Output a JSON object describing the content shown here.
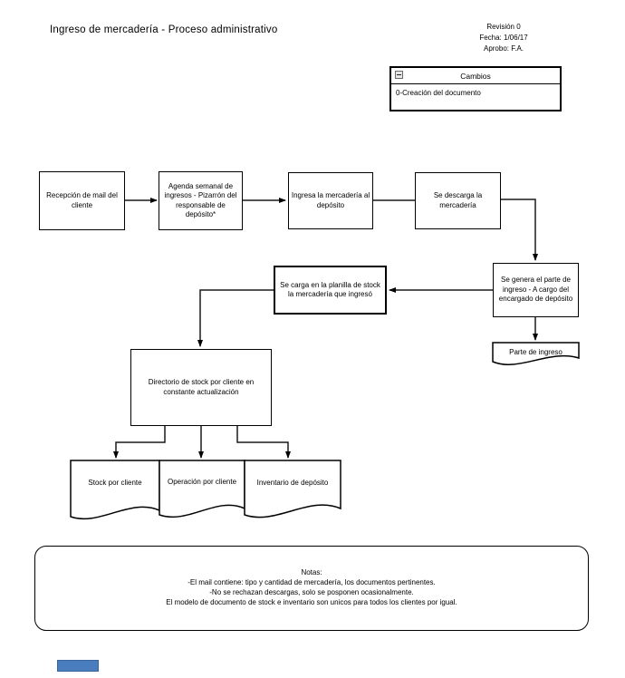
{
  "page": {
    "title": "Ingreso de mercadería - Proceso administrativo"
  },
  "revision_block": {
    "revision": "Revisión 0",
    "fecha": "Fecha: 1/06/17",
    "aprobo": "Aprobo: F.A."
  },
  "changes_table": {
    "collapse_icon": "minus-box",
    "title": "Cambios",
    "entry": "0-Creación del documento"
  },
  "flow": {
    "nodes": [
      {
        "label": "Recepción de mail del cliente"
      },
      {
        "label": "Agenda semanal de ingresos - Pizarrón del responsable de depósito*"
      },
      {
        "label": "Ingresa la mercadería al depósito"
      },
      {
        "label": "Se descarga la mercadería"
      },
      {
        "label": "Se genera el parte de ingreso - A cargo del encargado de depósito"
      },
      {
        "label": "Se carga en la planilla de stock la mercadería que ingresó"
      },
      {
        "label": "Directorio de stock por cliente en constante actualización"
      }
    ]
  },
  "documents": {
    "parte_ingreso": "Parte de ingreso",
    "outputs": [
      {
        "label": "Stock por cliente"
      },
      {
        "label": "Operación por cliente"
      },
      {
        "label": "Inventario de depósito"
      }
    ]
  },
  "notes": {
    "lines": [
      "Notas:",
      "-El mail contiene: tipo y cantidad de mercadería, los documentos pertinentes.",
      "-No se rechazan descargas, solo se posponen ocasionalmente.",
      "El modelo de documento de stock e inventario son unicos para todos los clientes por igual."
    ]
  },
  "colors": {
    "stroke": "#000000",
    "page_tab": "#4a7dbe"
  }
}
